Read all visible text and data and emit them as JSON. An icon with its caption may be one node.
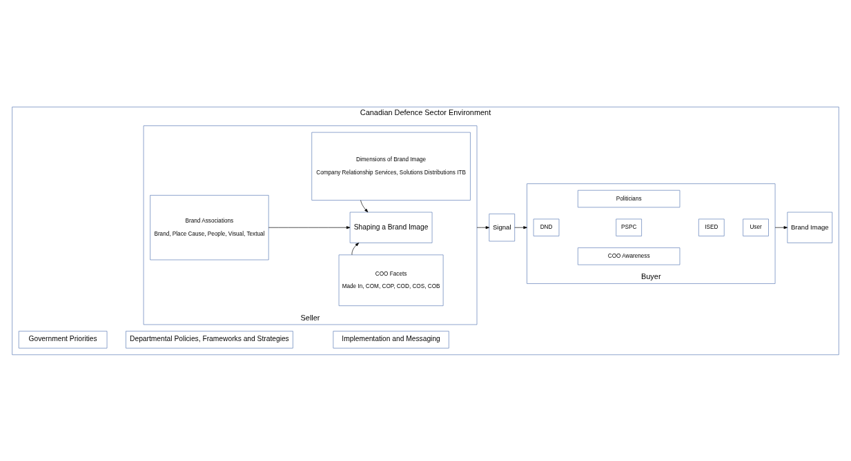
{
  "diagram": {
    "nodes": [
      {
        "text": [
          "Canadian Defence Sector Environment"
        ]
      },
      {
        "text": [
          "Government Priorities"
        ],
        "in": 0
      },
      {
        "text": [
          "Departmental Policies, Frameworks and Strategies"
        ],
        "in": 0
      },
      {
        "text": [
          "Implementation and Messaging"
        ],
        "in": 0
      },
      {
        "text": [
          "Seller"
        ],
        "in": 0
      },
      {
        "text": [
          "COO Facets",
          "Made In, COM, COP, COD, COS, COB"
        ],
        "in": 4
      },
      {
        "text": [
          "Brand Associations",
          "Brand, Place Cause, People, Visual, Textual"
        ],
        "in": 4
      },
      {
        "text": [
          "Shaping a Brand Image"
        ],
        "in": 4
      },
      {
        "text": [
          "Dimensions of Brand Image",
          "Company Relationship Services, Solutions Distributions ITB"
        ],
        "in": 4
      },
      {
        "text": [
          "Signal"
        ],
        "in": 0
      },
      {
        "text": [
          "Buyer"
        ],
        "in": 0
      },
      {
        "text": [
          "COO Awareness"
        ],
        "in": 10
      },
      {
        "text": [
          "DND"
        ],
        "in": 10
      },
      {
        "text": [
          "PSPC"
        ],
        "in": 10
      },
      {
        "text": [
          "ISED"
        ],
        "in": 10
      },
      {
        "text": [
          "User"
        ],
        "in": 10
      },
      {
        "text": [
          "Politicians"
        ],
        "in": 10
      },
      {
        "text": [
          "Brand Image"
        ],
        "in": 0
      }
    ],
    "edges": [
      {
        "from": 5,
        "to": 7,
        "arrow": "to"
      },
      {
        "from": 6,
        "to": 7,
        "arrow": "to"
      },
      {
        "from": 8,
        "to": 7,
        "arrow": "to"
      },
      {
        "from": 4,
        "to": 9,
        "arrow": "to"
      },
      {
        "from": 9,
        "to": 10,
        "arrow": "to"
      },
      {
        "from": 10,
        "to": 17,
        "arrow": "to"
      }
    ]
  }
}
